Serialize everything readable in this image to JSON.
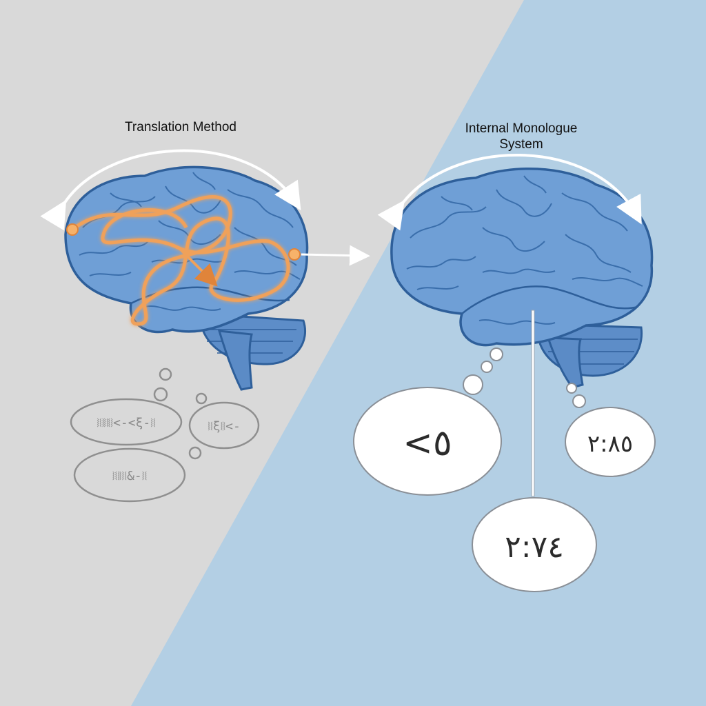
{
  "left_panel": {
    "title": "Translation Method",
    "bubbles": [
      {
        "text": "⧘⧙⧚⧛⧘<-<ξ-⧘⧙"
      },
      {
        "text": "⧘⧙ξ⧙⧘<-"
      },
      {
        "text": "⧘⧙⧚⧘⧙&-⧘⧙"
      }
    ]
  },
  "right_panel": {
    "title_line1": "Internal Monologue",
    "title_line2": "System",
    "bubbles": [
      {
        "text": "<٥"
      },
      {
        "text": "٢:٧٤"
      },
      {
        "text": "٢:٨٥"
      }
    ]
  },
  "colors": {
    "left_bg": "#d9d9d9",
    "right_bg": "#b3cfe4",
    "brain_fill": "#6f9fd6",
    "brain_stroke": "#2e5f9a",
    "tangled_path": "#f0a15a",
    "direct_path": "#6cd86c"
  }
}
